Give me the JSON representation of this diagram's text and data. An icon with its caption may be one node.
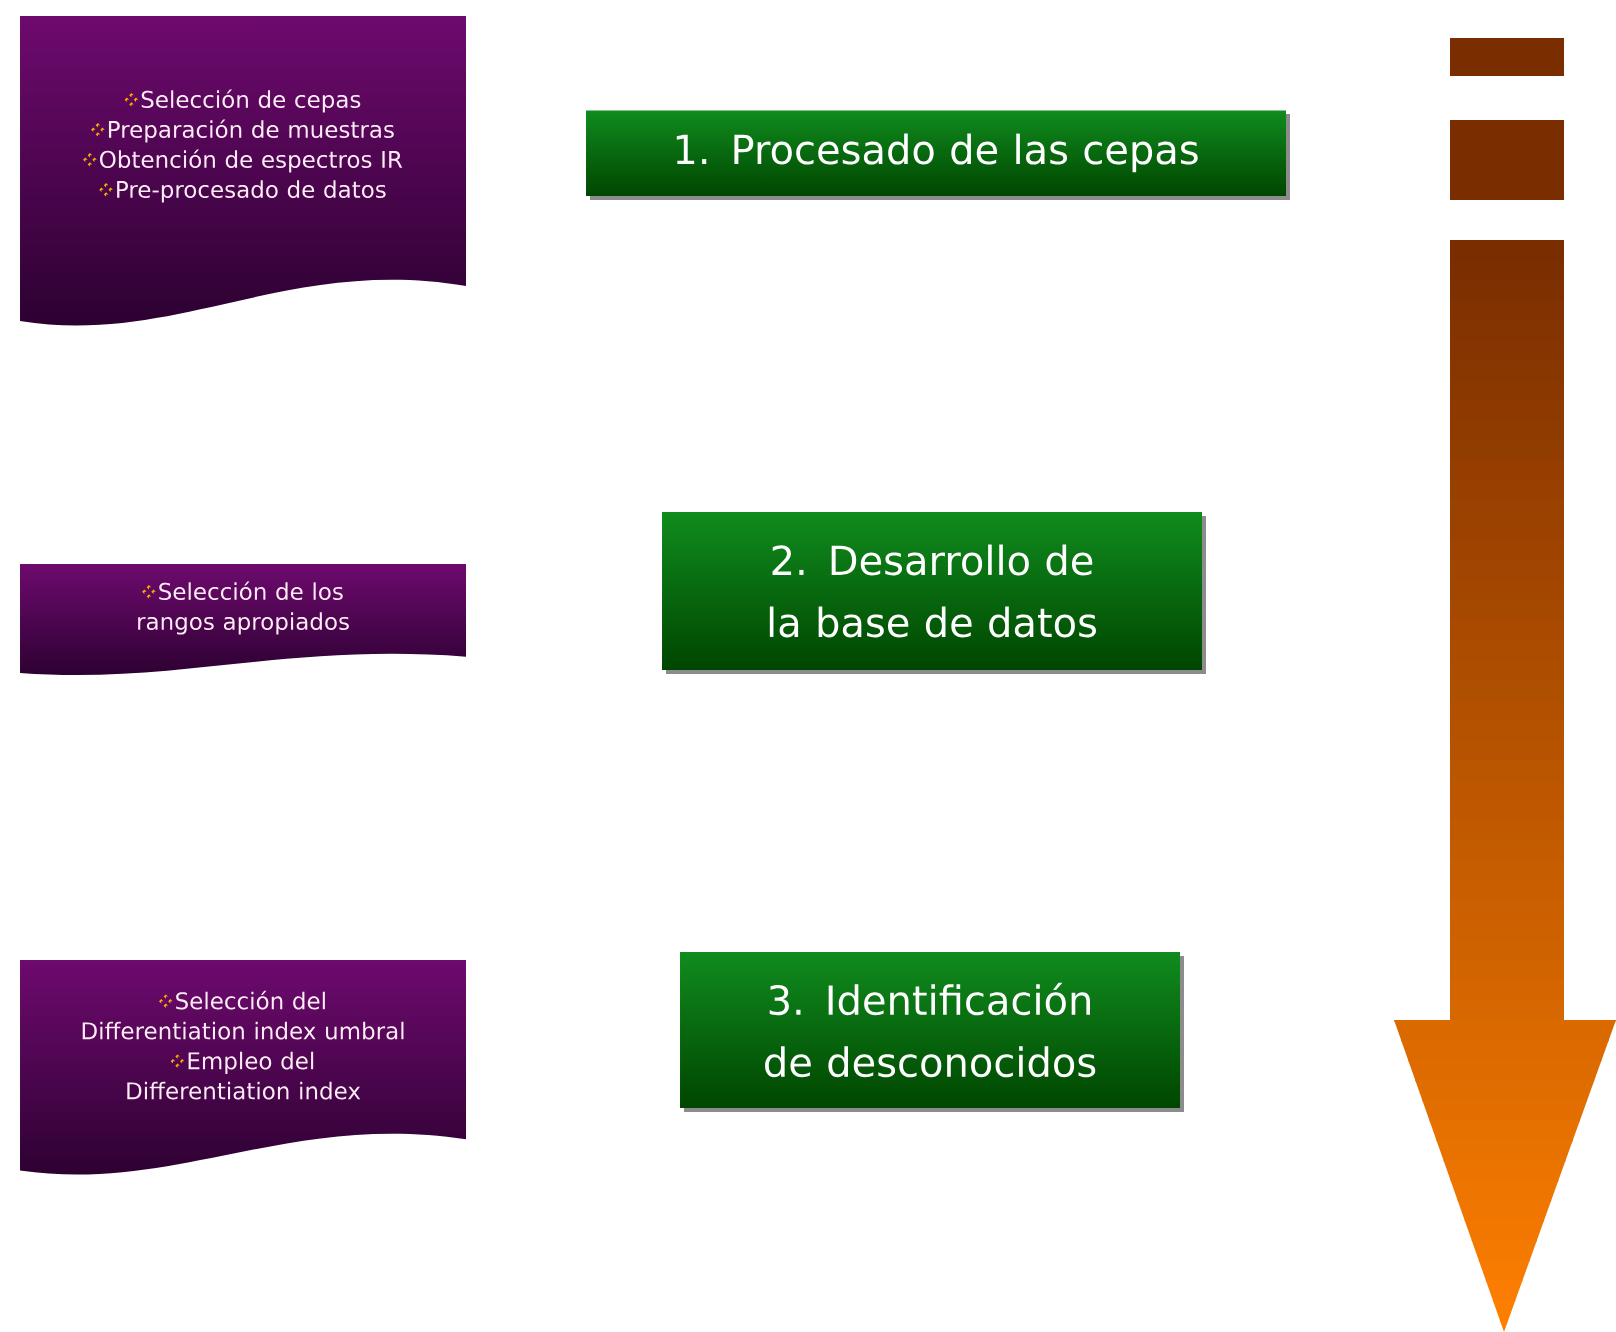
{
  "diagram": {
    "nodes": [
      {
        "text": [
          "Selección de cepas",
          "Preparación de muestras",
          "Obtención de espectros IR",
          "Pre-procesado de datos"
        ]
      },
      {
        "text": [
          "1. Procesado de las cepas"
        ]
      },
      {
        "text": [
          "Selección de los rangos apropiados"
        ]
      },
      {
        "text": [
          "2. Desarrollo de la base de datos"
        ]
      },
      {
        "text": [
          "Selección del Differentiation index umbral",
          "Empleo del Differentiation index"
        ]
      },
      {
        "text": [
          "3. Identificación de desconocidos"
        ]
      }
    ]
  }
}
